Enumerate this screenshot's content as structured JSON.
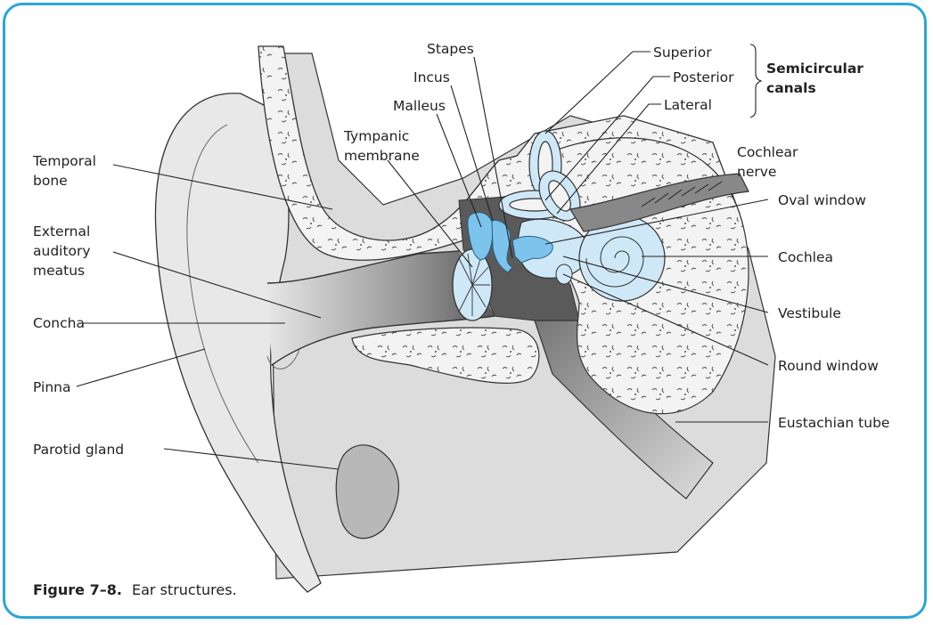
{
  "labels": {
    "temporal_bone": [
      "Temporal",
      "bone"
    ],
    "external_auditory_meatus": [
      "External",
      "auditory",
      "meatus"
    ],
    "concha": "Concha",
    "pinna": "Pinna",
    "parotid_gland": "Parotid gland",
    "tympanic_membrane": [
      "Tympanic",
      "membrane"
    ],
    "malleus": "Malleus",
    "incus": "Incus",
    "stapes": "Stapes",
    "superior": "Superior",
    "posterior": "Posterior",
    "lateral": "Lateral",
    "semicircular_canals": [
      "Semicircular",
      "canals"
    ],
    "cochlear_nerve": [
      "Cochlear",
      "nerve"
    ],
    "oval_window": "Oval window",
    "cochlea": "Cochlea",
    "vestibule": "Vestibule",
    "round_window": "Round window",
    "eustachian_tube": "Eustachian tube"
  },
  "caption": {
    "number": "Figure 7–8.",
    "text": "Ear structures."
  },
  "colors": {
    "frame": "#2aa6d6",
    "ossicles": "#7cc4ec",
    "inner_ear": "#cfe8f7",
    "bone": "#f2f2f2",
    "tissue": "#d9d9d9",
    "canal_dark": "#555555"
  }
}
